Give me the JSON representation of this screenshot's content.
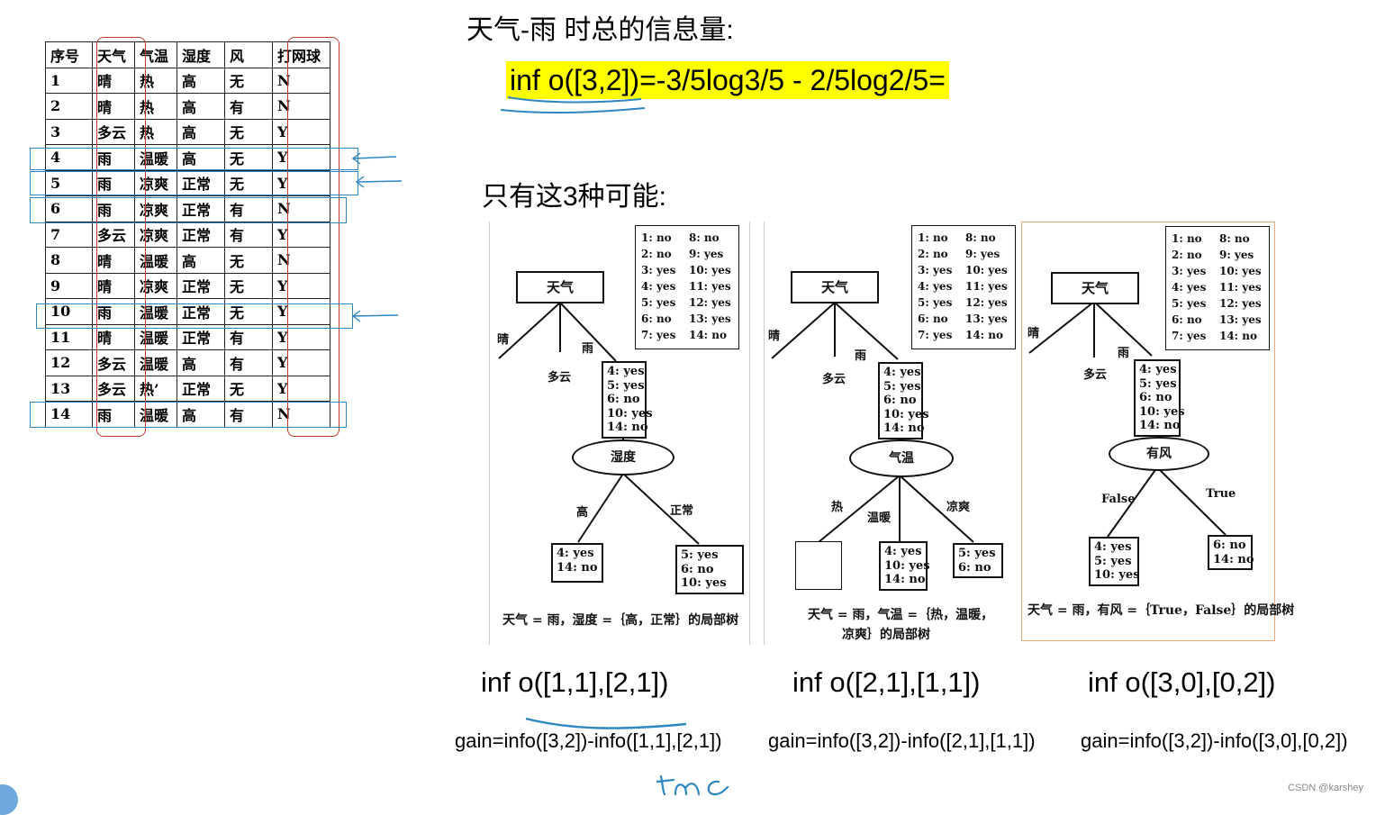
{
  "table": {
    "headers": [
      "序号",
      "天气",
      "气温",
      "湿度",
      "风",
      "打网球"
    ],
    "rows": [
      [
        "1",
        "晴",
        "热",
        "高",
        "无",
        "N"
      ],
      [
        "2",
        "晴",
        "热",
        "高",
        "有",
        "N"
      ],
      [
        "3",
        "多云",
        "热",
        "高",
        "无",
        "Y"
      ],
      [
        "4",
        "雨",
        "温暖",
        "高",
        "无",
        "Y"
      ],
      [
        "5",
        "雨",
        "凉爽",
        "正常",
        "无",
        "Y"
      ],
      [
        "6",
        "雨",
        "凉爽",
        "正常",
        "有",
        "N"
      ],
      [
        "7",
        "多云",
        "凉爽",
        "正常",
        "有",
        "Y"
      ],
      [
        "8",
        "晴",
        "温暖",
        "高",
        "无",
        "N"
      ],
      [
        "9",
        "晴",
        "凉爽",
        "正常",
        "无",
        "Y"
      ],
      [
        "10",
        "雨",
        "温暖",
        "正常",
        "无",
        "Y"
      ],
      [
        "11",
        "晴",
        "温暖",
        "正常",
        "有",
        "Y"
      ],
      [
        "12",
        "多云",
        "温暖",
        "高",
        "有",
        "Y"
      ],
      [
        "13",
        "多云",
        "热’",
        "正常",
        "无",
        "Y"
      ],
      [
        "14",
        "雨",
        "温暖",
        "高",
        "有",
        "N"
      ]
    ]
  },
  "heading": "天气-雨 时总的信息量:",
  "formula": "inf o([3,2])=-3/5log3/5 - 2/5log2/5=",
  "possible": "只有这3种可能:",
  "trees": [
    {
      "root": "天气",
      "branches": [
        "晴",
        "多云",
        "雨"
      ],
      "summary": [
        [
          "1: no",
          "8: no"
        ],
        [
          "2: no",
          "9: yes"
        ],
        [
          "3: yes",
          "10: yes"
        ],
        [
          "4: yes",
          "11: yes"
        ],
        [
          "5: yes",
          "12: yes"
        ],
        [
          "6: no",
          "13: yes"
        ],
        [
          "7: yes",
          "14: no"
        ]
      ],
      "subset": "4: yes\n5: yes\n6: no\n10: yes\n14: no",
      "split": "湿度",
      "edges": [
        "高",
        "正常"
      ],
      "leaves": [
        "4: yes\n14: no",
        "5: yes\n6: no\n10: yes"
      ],
      "caption": "天气 = 雨，湿度 =｛高，正常｝的局部树"
    },
    {
      "root": "天气",
      "branches": [
        "晴",
        "多云",
        "雨"
      ],
      "summary": [
        [
          "1: no",
          "8: no"
        ],
        [
          "2: no",
          "9: yes"
        ],
        [
          "3: yes",
          "10: yes"
        ],
        [
          "4: yes",
          "11: yes"
        ],
        [
          "5: yes",
          "12: yes"
        ],
        [
          "6: no",
          "13: yes"
        ],
        [
          "7: yes",
          "14: no"
        ]
      ],
      "subset": "4: yes\n5: yes\n6: no\n10: yes\n14: no",
      "split": "气温",
      "edges": [
        "热",
        "温暖",
        "凉爽"
      ],
      "leaves": [
        "",
        "4: yes\n10: yes\n14: no",
        "5: yes\n6: no"
      ],
      "caption1": "天气 = 雨，气温 =｛热，温暖，",
      "caption2": "凉爽｝的局部树"
    },
    {
      "root": "天气",
      "branches": [
        "晴",
        "多云",
        "雨"
      ],
      "summary": [
        [
          "1: no",
          "8: no"
        ],
        [
          "2: no",
          "9: yes"
        ],
        [
          "3: yes",
          "10: yes"
        ],
        [
          "4: yes",
          "11: yes"
        ],
        [
          "5: yes",
          "12: yes"
        ],
        [
          "6: no",
          "13: yes"
        ],
        [
          "7: yes",
          "14: no"
        ]
      ],
      "subset": "4: yes\n5: yes\n6: no\n10: yes\n14: no",
      "split": "有风",
      "edges": [
        "False",
        "True"
      ],
      "leaves": [
        "4: yes\n5: yes\n10: yes",
        "6: no\n14: no"
      ],
      "caption": "天气 = 雨，有风 =｛True，False｝的局部树"
    }
  ],
  "infos": [
    "inf o([1,1],[2,1])",
    "inf o([2,1],[1,1])",
    "inf o([3,0],[0,2])"
  ],
  "gains": [
    "gain=info([3,2])-info([1,1],[2,1])",
    "gain=info([3,2])-info([2,1],[1,1])",
    "gain=info([3,2])-info([3,0],[0,2])"
  ],
  "watermark": "CSDN @karshey",
  "colors": {
    "highlight": "#ffff00",
    "red_annot": "#c0392b",
    "blue_annot": "#2e86c1"
  }
}
